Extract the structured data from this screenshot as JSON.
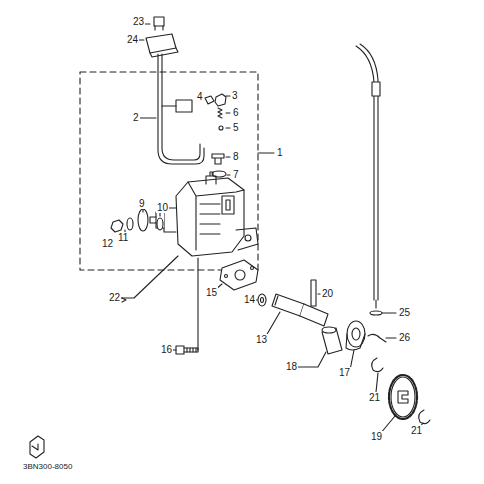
{
  "diagram": {
    "labels": [
      "23",
      "24",
      "4",
      "3",
      "2",
      "6",
      "5",
      "1",
      "8",
      "7",
      "12",
      "11",
      "9",
      "10",
      "22",
      "15",
      "14",
      "13",
      "20",
      "16",
      "18",
      "17",
      "21",
      "19",
      "21",
      "25",
      "26",
      "3BN300-8050"
    ]
  }
}
